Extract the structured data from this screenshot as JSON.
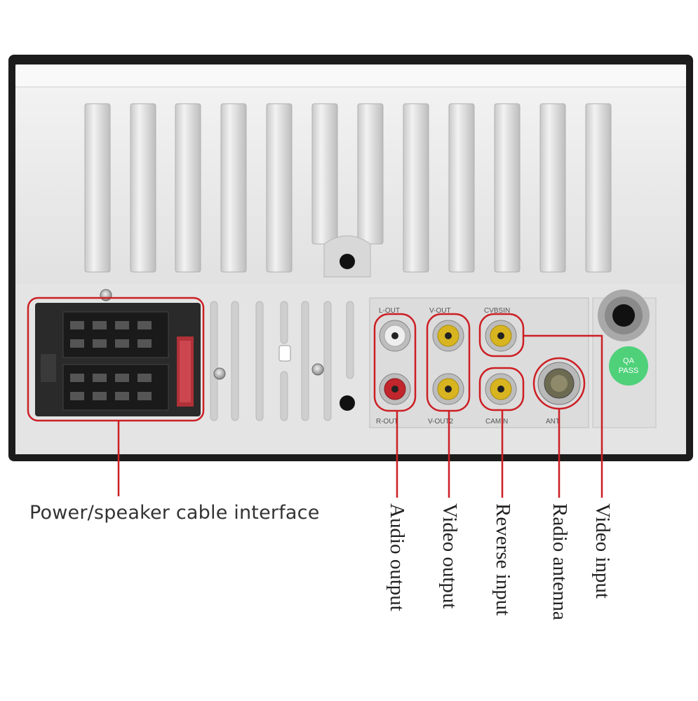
{
  "panel_labels": {
    "l_out": "L-OUT",
    "v_out": "V-OUT",
    "cvbsin": "CVBSIN",
    "r_out": "R-OUT",
    "v_out2": "V-OUT2",
    "cam_in": "CAMIN",
    "ant": "ANT",
    "qa_pass_line1": "QA",
    "qa_pass_line2": "PASS"
  },
  "callouts": {
    "power": "Power/speaker cable interface",
    "audio": "Audio output",
    "video_out": "Video output",
    "reverse": "Reverse input",
    "radio": "Radio antenna",
    "video_in": "Video input"
  },
  "colors": {
    "highlight": "#cc1f24",
    "rca_red": "#c0262c",
    "rca_yellow": "#d8b520",
    "rca_white": "#e8e8e8",
    "qa_badge": "#4fd17a"
  }
}
